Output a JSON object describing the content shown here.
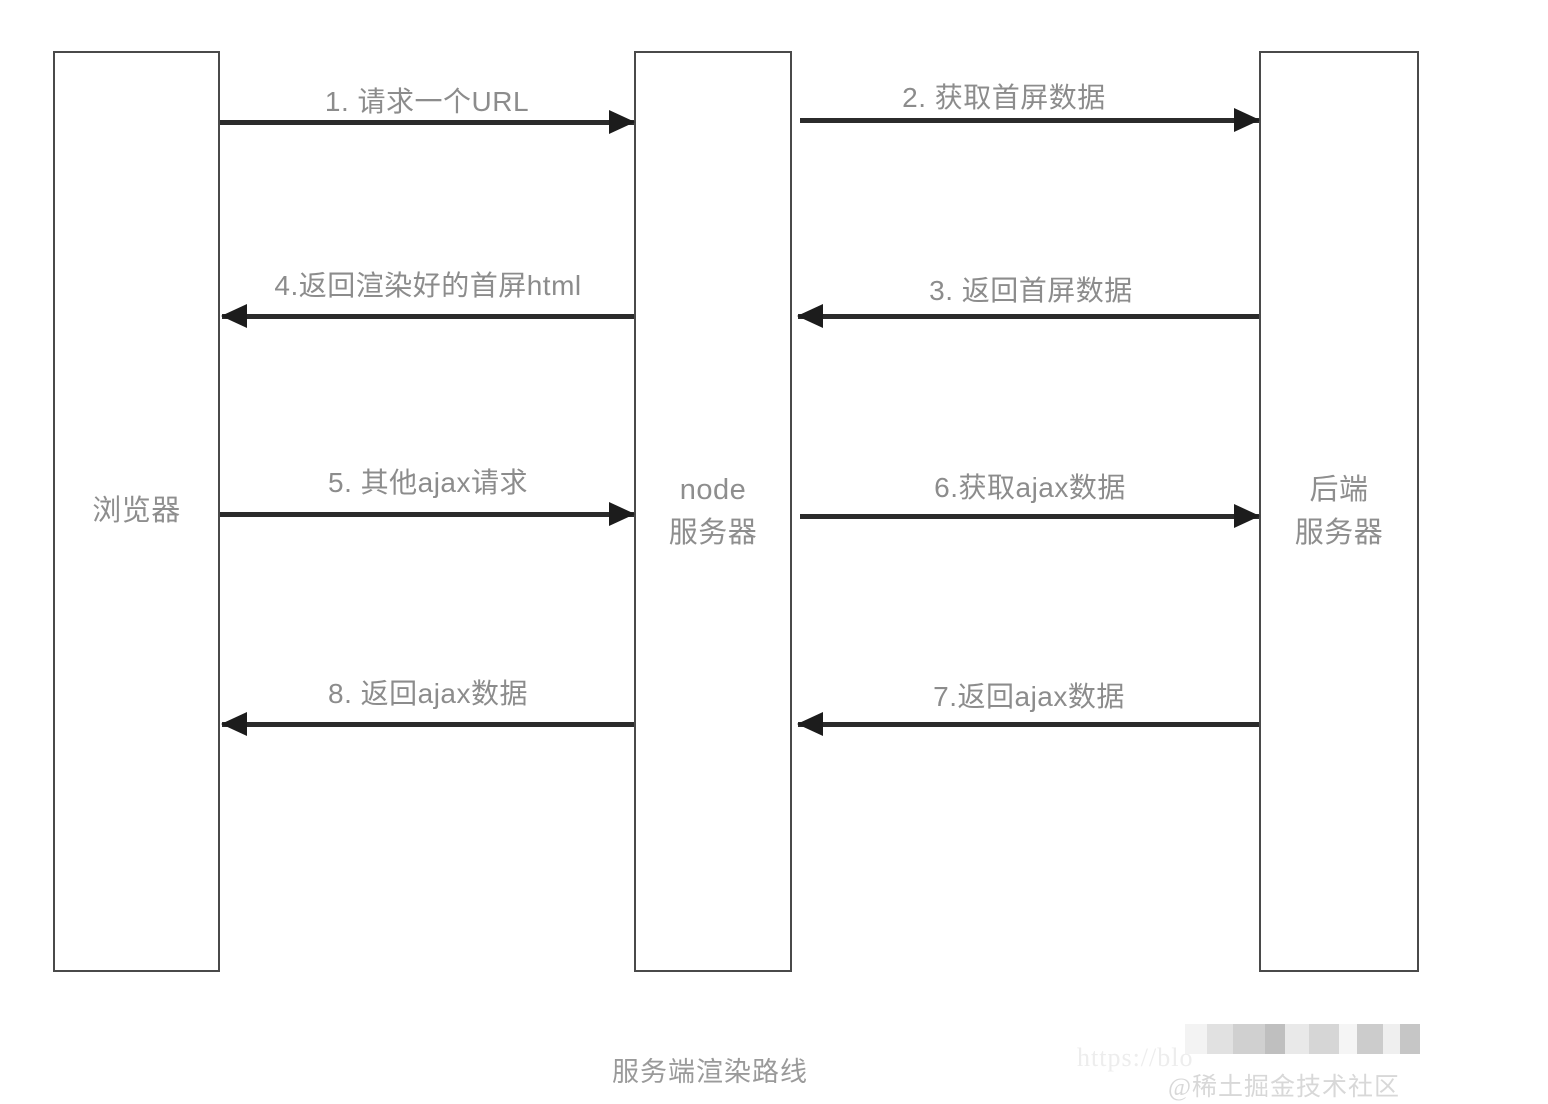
{
  "diagram": {
    "caption": "服务端渲染路线",
    "lifelines": [
      {
        "id": "browser",
        "label": "浏览器"
      },
      {
        "id": "node-server",
        "label": "node\n服务器"
      },
      {
        "id": "backend-server",
        "label": "后端\n服务器"
      }
    ],
    "messages": [
      {
        "id": "msg-1",
        "label": "1. 请求一个URL",
        "from": "browser",
        "to": "node-server",
        "direction": "right"
      },
      {
        "id": "msg-2",
        "label": "2. 获取首屏数据",
        "from": "node-server",
        "to": "backend-server",
        "direction": "right"
      },
      {
        "id": "msg-3",
        "label": "3. 返回首屏数据",
        "from": "backend-server",
        "to": "node-server",
        "direction": "left"
      },
      {
        "id": "msg-4",
        "label": "4.返回渲染好的首屏html",
        "from": "node-server",
        "to": "browser",
        "direction": "left"
      },
      {
        "id": "msg-5",
        "label": "5. 其他ajax请求",
        "from": "browser",
        "to": "node-server",
        "direction": "right"
      },
      {
        "id": "msg-6",
        "label": "6.获取ajax数据",
        "from": "node-server",
        "to": "backend-server",
        "direction": "right"
      },
      {
        "id": "msg-7",
        "label": "7.返回ajax数据",
        "from": "backend-server",
        "to": "node-server",
        "direction": "left"
      },
      {
        "id": "msg-8",
        "label": "8. 返回ajax数据",
        "from": "node-server",
        "to": "browser",
        "direction": "left"
      }
    ]
  },
  "watermark": {
    "brand": "@稀土掘金技术社区",
    "url": "https://blo"
  },
  "colors": {
    "box_border": "#4a4a4a",
    "arrow": "#1c1c1c",
    "label_text": "#8c8c8c",
    "background": "#ffffff"
  }
}
